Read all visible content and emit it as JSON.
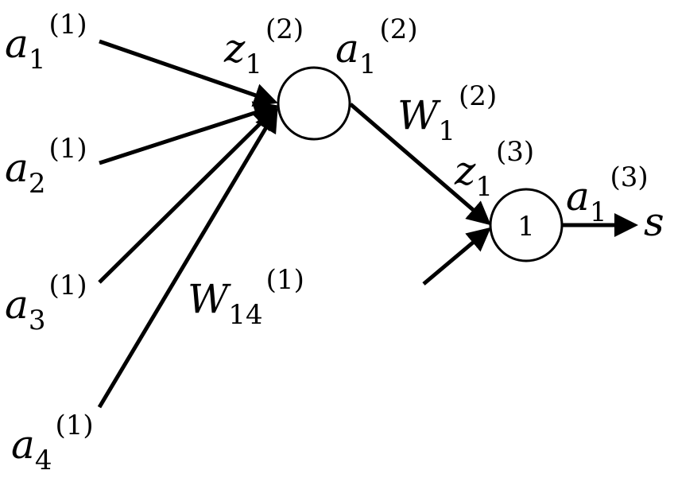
{
  "inputs": [
    {
      "var": "a",
      "sub": "1",
      "sup": "(1)"
    },
    {
      "var": "a",
      "sub": "2",
      "sup": "(1)"
    },
    {
      "var": "a",
      "sub": "3",
      "sup": "(1)"
    },
    {
      "var": "a",
      "sub": "4",
      "sup": "(1)"
    }
  ],
  "hidden_z": {
    "var": "z",
    "sub": "1",
    "sup": "(2)"
  },
  "hidden_a": {
    "var": "a",
    "sub": "1",
    "sup": "(2)"
  },
  "weight_hidden_out": {
    "var": "W",
    "sub": "1",
    "sup": "(2)"
  },
  "weight_input": {
    "var": "W",
    "sub": "14",
    "sup": "(1)"
  },
  "output_z": {
    "var": "z",
    "sub": "1",
    "sup": "(3)"
  },
  "output_a": {
    "var": "a",
    "sub": "1",
    "sup": "(3)"
  },
  "output_node_label": "1",
  "score": {
    "var": "s"
  }
}
